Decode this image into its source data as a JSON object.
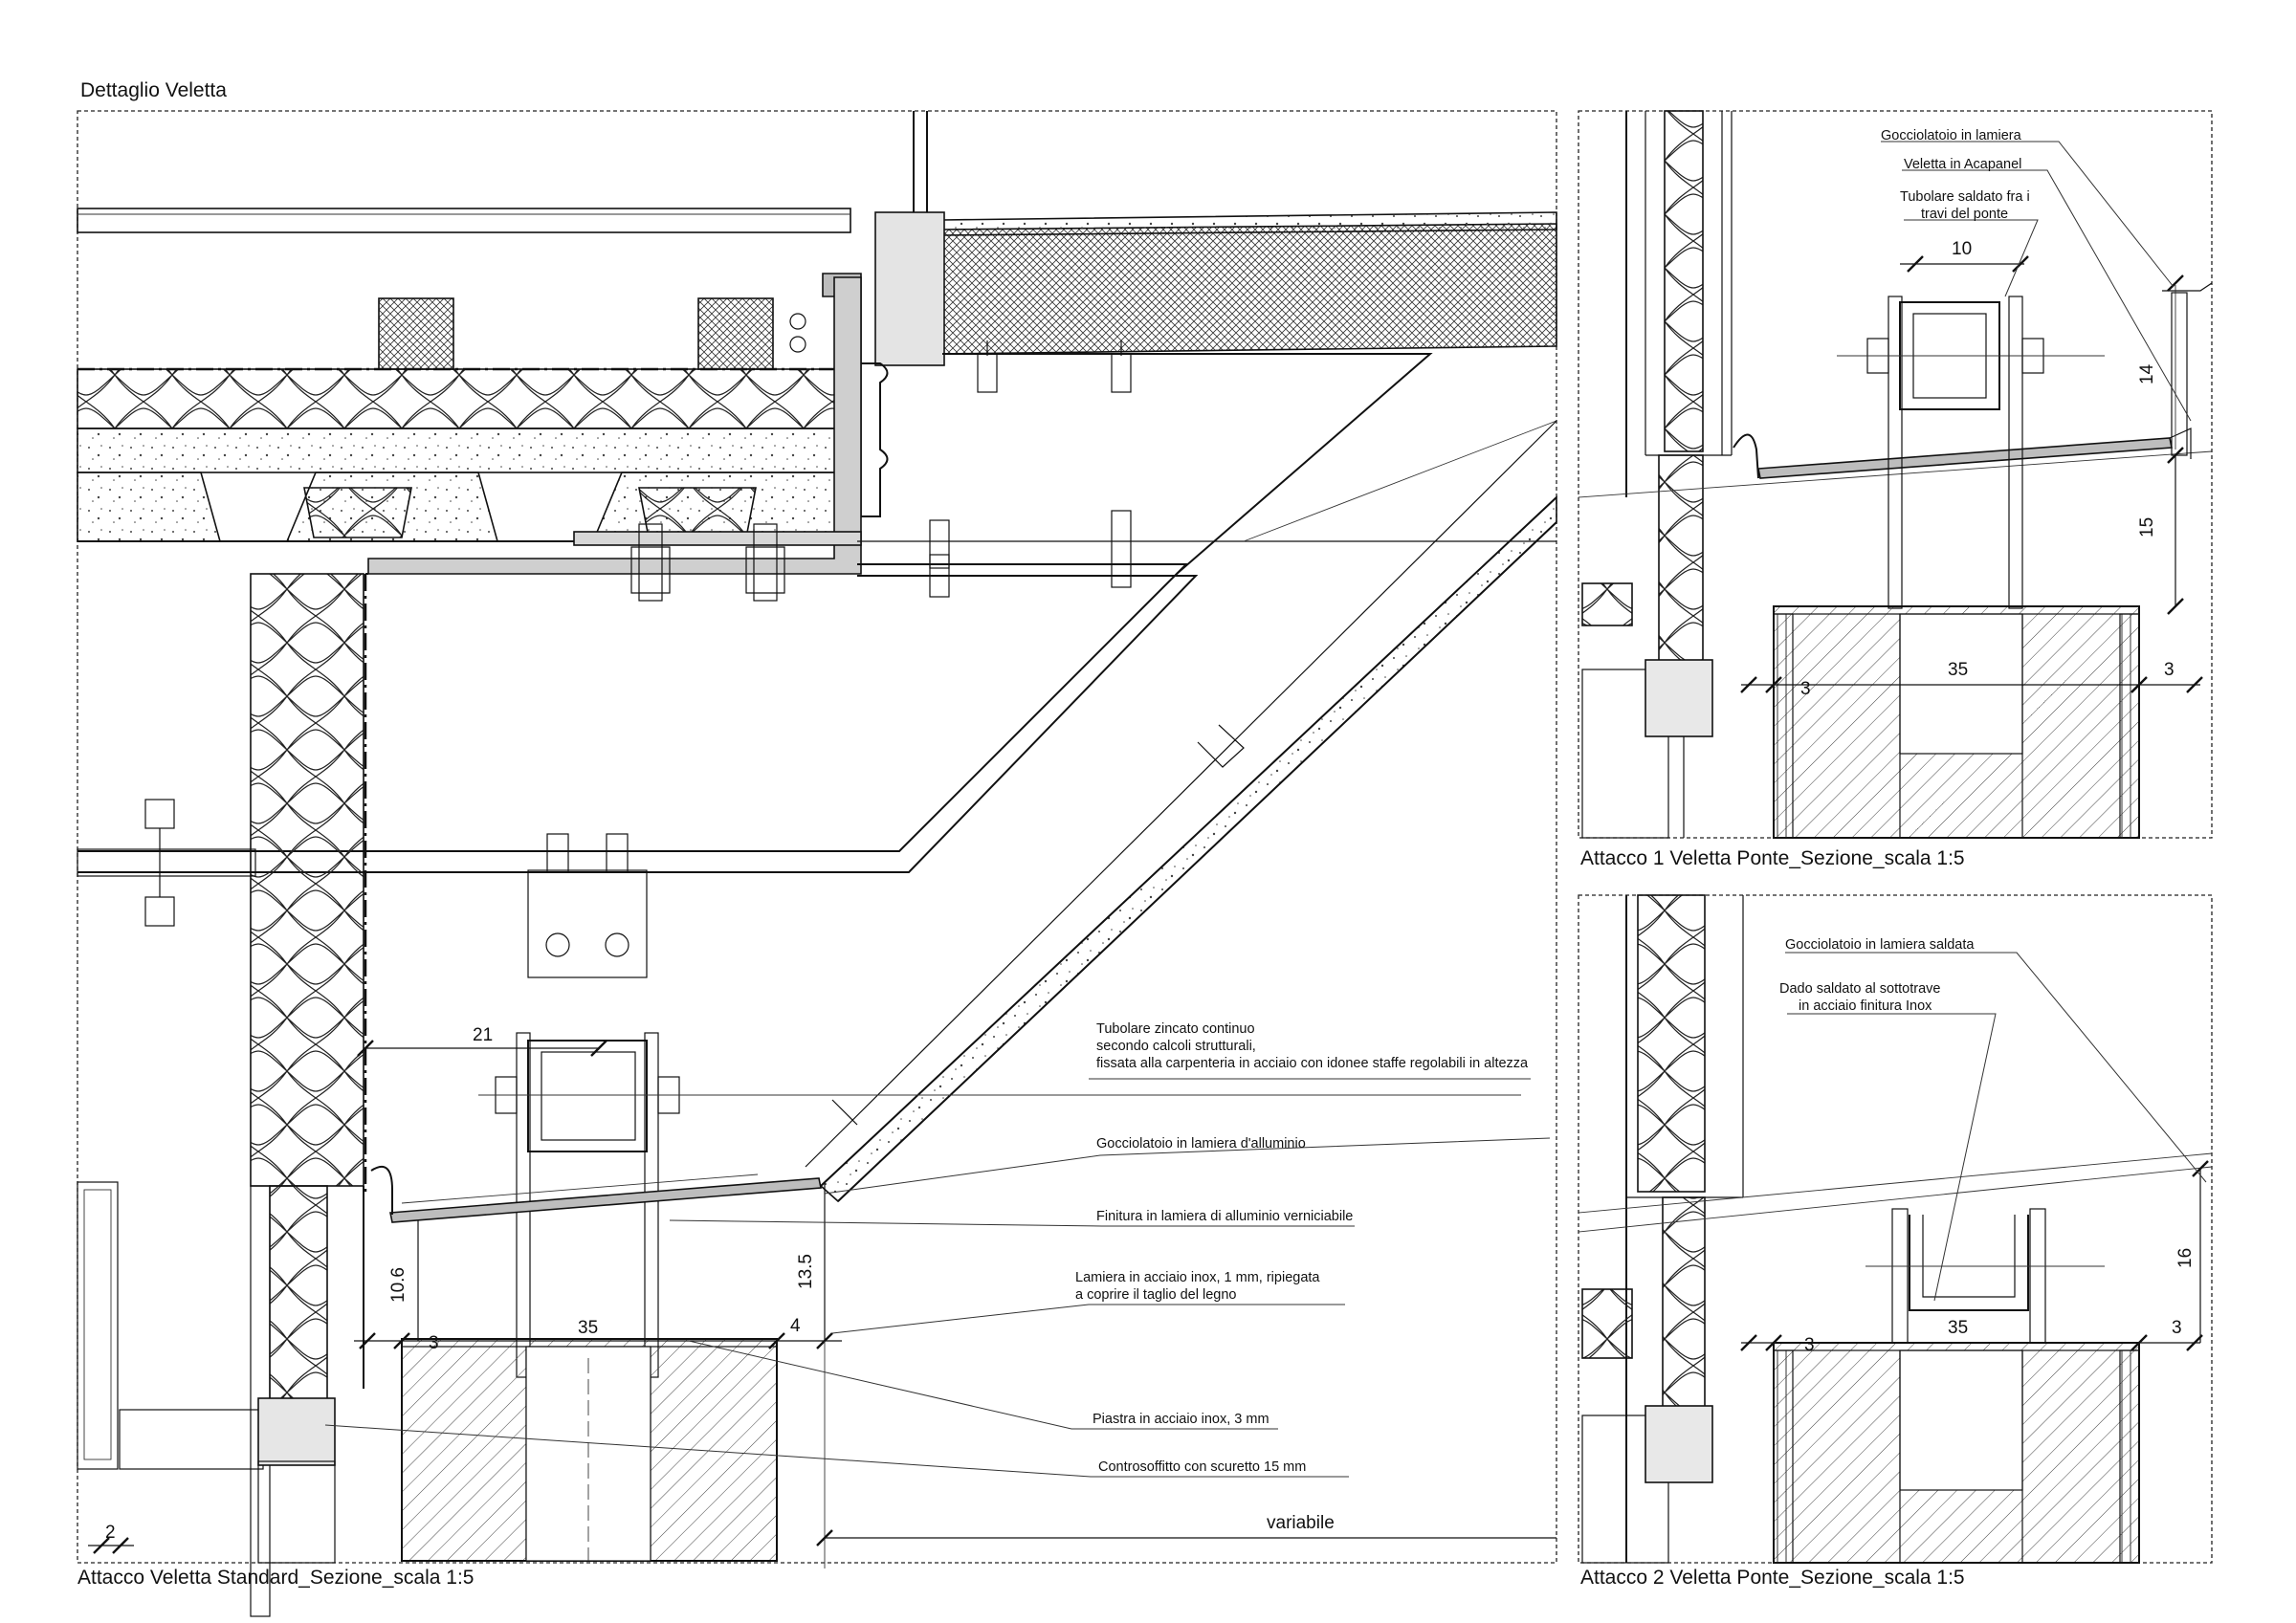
{
  "sheet_title": "Dettaglio Veletta",
  "panels": {
    "standard": {
      "title": "Attacco Veletta Standard_Sezione_scala 1:5",
      "dims": {
        "d21": "21",
        "d35": "35",
        "d3": "3",
        "d4": "4",
        "d10_6": "10.6",
        "d13_5": "13.5",
        "d2": "2",
        "variabile": "variabile"
      },
      "notes": [
        "Tubolare zincato continuo",
        "secondo calcoli strutturali,",
        "fissata alla carpenteria in acciaio con idonee staffe regolabili in altezza",
        "Gocciolatoio in lamiera d'alluminio",
        "Finitura in lamiera di alluminio verniciabile",
        "Lamiera in acciaio inox, 1 mm, ripiegata",
        "a coprire il taglio del legno",
        "Piastra in acciaio inox, 3 mm",
        "Controsoffitto con scuretto 15 mm"
      ]
    },
    "attacco1": {
      "title": "Attacco 1 Veletta Ponte_Sezione_scala 1:5",
      "dims": {
        "d10": "10",
        "d14": "14",
        "d15": "15",
        "d35": "35",
        "d3a": "3",
        "d3b": "3"
      },
      "notes": [
        "Gocciolatoio in lamiera",
        "Veletta in Acapanel",
        "Tubolare saldato fra i",
        "travi del ponte"
      ]
    },
    "attacco2": {
      "title": "Attacco 2 Veletta Ponte_Sezione_scala 1:5",
      "dims": {
        "d16": "16",
        "d35": "35",
        "d3a": "3",
        "d3b": "3"
      },
      "notes": [
        "Gocciolatoio in lamiera saldata",
        "Dado saldato al sottotrave",
        "in acciaio finitura Inox"
      ]
    }
  }
}
